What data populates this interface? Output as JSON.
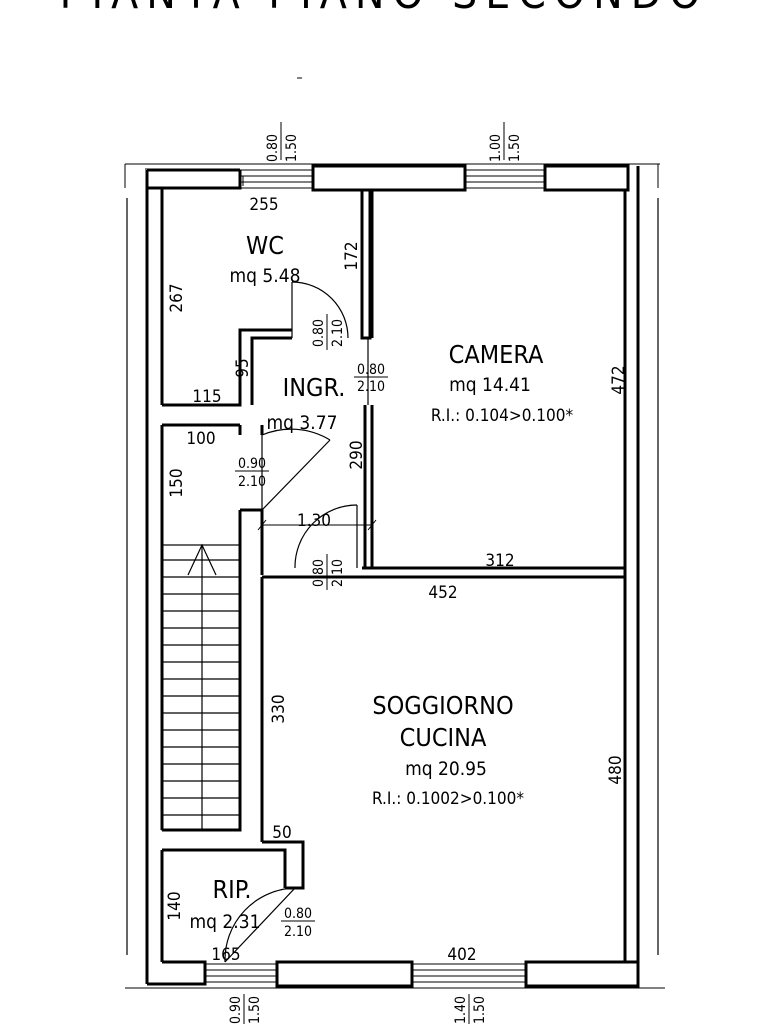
{
  "title": "PIANTA PIANO SECONDO",
  "rooms": {
    "wc": {
      "name": "WC",
      "area": "mq  5.48"
    },
    "ingresso": {
      "name": "INGR.",
      "area": "mq  3.77"
    },
    "camera": {
      "name": "CAMERA",
      "area": "mq  14.41",
      "ri": "R.I.:  0.104>0.100*"
    },
    "soggiorno": {
      "name_line1": "SOGGIORNO",
      "name_line2": "CUCINA",
      "area": "mq  20.95",
      "ri": "R.I.:  0.1002>0.100*"
    },
    "ripostiglio": {
      "name": "RIP.",
      "area": "mq  2.31"
    }
  },
  "dimensions": {
    "wc_width": "255",
    "wc_depth": "267",
    "wc_door_wall": "172",
    "wc_step": "95",
    "wc_bottom": "115",
    "stair_landing": "100",
    "stair_side": "150",
    "hall_wall": "290",
    "hall_span": "1.30",
    "camera_height": "472",
    "camera_width": "312",
    "soggiorno_top": "452",
    "soggiorno_left": "330",
    "soggiorno_right": "480",
    "soggiorno_step": "50",
    "rip_depth": "140",
    "rip_width": "165",
    "soggiorno_bottom": "402"
  },
  "openings": {
    "win_wc": {
      "w": "0.80",
      "h": "1.50"
    },
    "win_camera": {
      "w": "1.00",
      "h": "1.50"
    },
    "win_rip": {
      "w": "0.90",
      "h": "1.50"
    },
    "win_soggiorno": {
      "w": "1.40",
      "h": "1.50"
    },
    "door_wc": {
      "w": "0.80",
      "h": "2.10"
    },
    "door_camera": {
      "w": "0.80",
      "h": "2.10"
    },
    "door_entry": {
      "w": "0.90",
      "h": "2.10"
    },
    "door_soggiorno": {
      "w": "0.80",
      "h": "2.10"
    },
    "door_rip": {
      "w": "0.80",
      "h": "2.10"
    }
  }
}
